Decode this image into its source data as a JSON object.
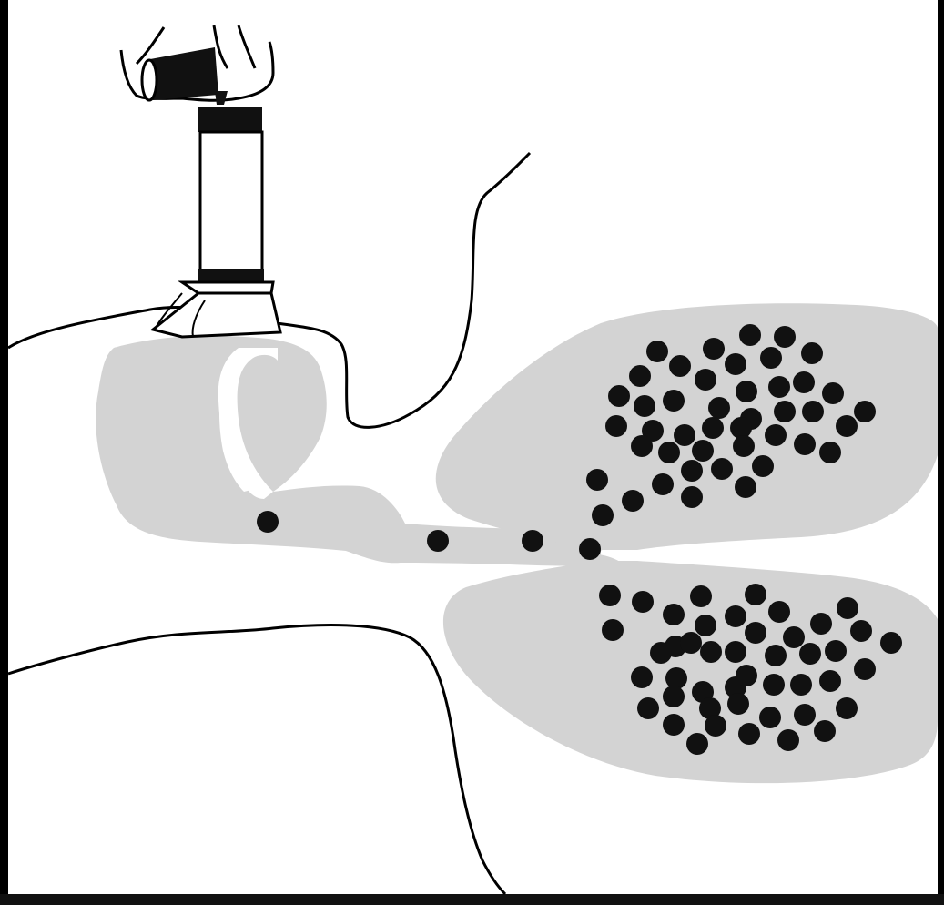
{
  "figure": {
    "labels": [],
    "colors": {
      "background": "#ffffff",
      "airway_fill": "#d3d3d3",
      "particle": "#111111",
      "outline": "#000000",
      "frame": "#000000"
    },
    "parts": [
      "inhaler-canister",
      "spacer-chamber",
      "face-mask",
      "patient-profile",
      "airway",
      "trachea",
      "bronchi",
      "upper-lung",
      "lower-lung",
      "aerosol-particles"
    ]
  }
}
